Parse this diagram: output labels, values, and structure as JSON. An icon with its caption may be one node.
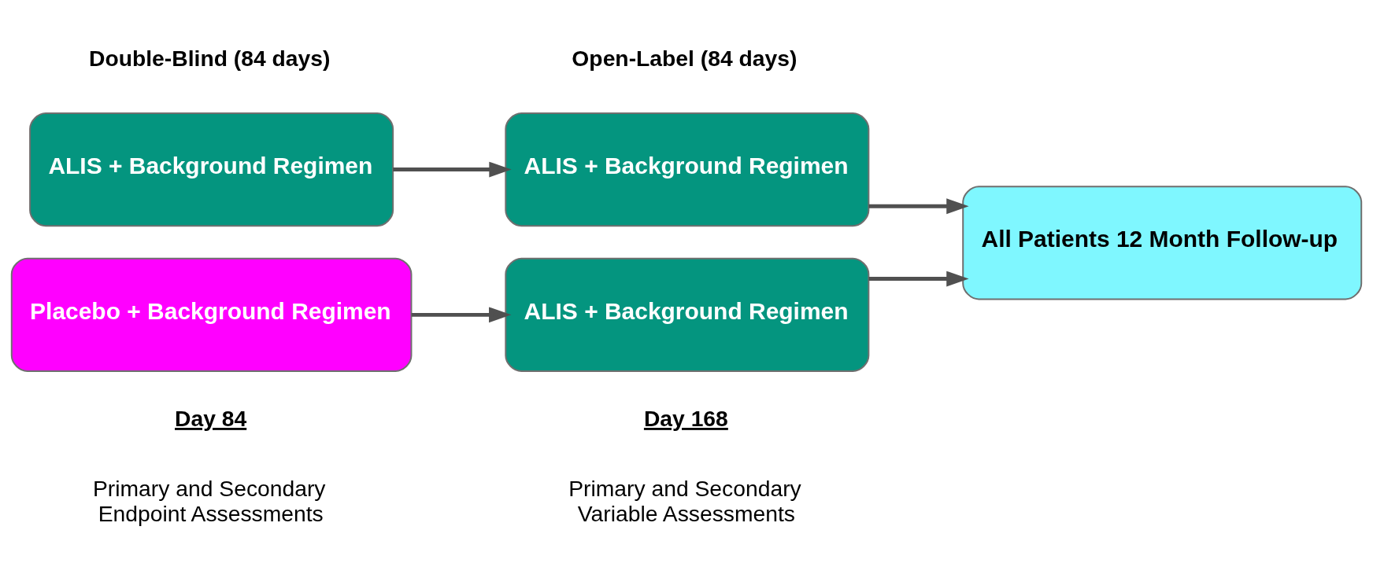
{
  "diagram": {
    "nodes": [
      {
        "text": [
          "ALIS + Background Regimen"
        ]
      },
      {
        "text": [
          "Placebo + Background Regimen"
        ]
      },
      {
        "text": [
          "ALIS + Background Regimen"
        ]
      },
      {
        "text": [
          "ALIS + Background Regimen"
        ]
      },
      {
        "text": [
          "All Patients 12 Month Follow-up"
        ]
      }
    ],
    "edges": [
      {
        "from": 0,
        "to": 2,
        "arrow": "to"
      },
      {
        "from": 1,
        "to": 3,
        "arrow": "to"
      },
      {
        "from": 2,
        "to": 4,
        "arrow": "to"
      },
      {
        "from": 3,
        "to": 4,
        "arrow": "to"
      }
    ],
    "labels": [
      "Double-Blind (84 days)",
      "Open-Label (84 days)",
      "Day 84",
      "Primary and Secondary Endpoint Assessments",
      "Day 168",
      "Primary and Secondary Variable Assessments"
    ]
  }
}
